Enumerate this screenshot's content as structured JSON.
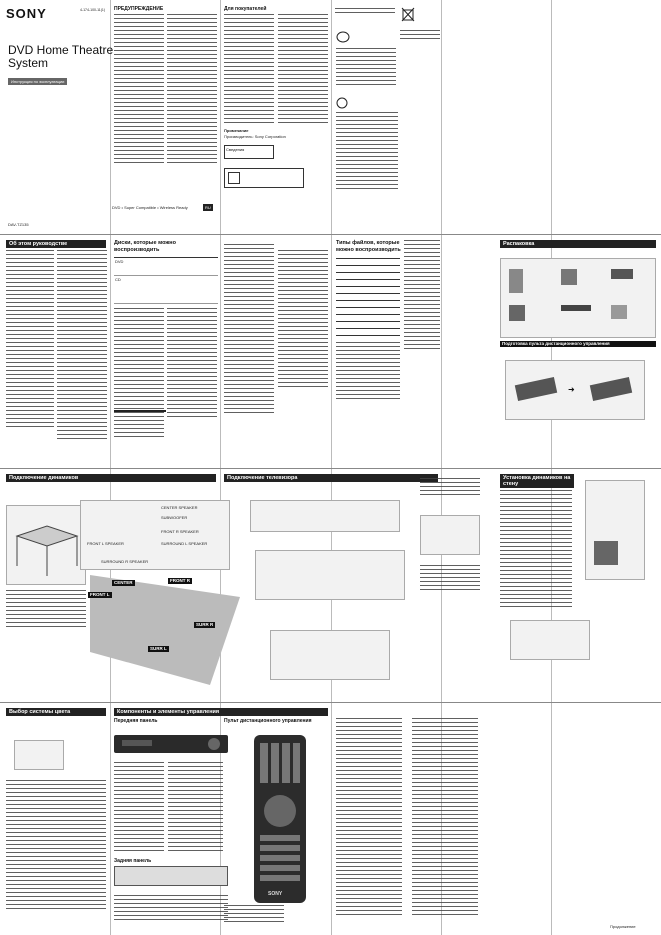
{
  "cover": {
    "brand": "SONY",
    "title_line1": "DVD Home Theatre",
    "title_line2": "System",
    "badge": "Инструкция по эксплуатации",
    "footer": "DVD • Super Compatible • Wireless Ready",
    "model": "DAV-TZ135",
    "lang": "RU",
    "part_number": "4-174-100-11(1)"
  },
  "col2": {
    "header": "ПРЕДУПРЕЖДЕНИЕ"
  },
  "col3": {
    "header": "Для покупателей",
    "notice_title": "Примечание",
    "notice_line": "Производитель: Sony Corporation",
    "warning_box": "Сведения"
  },
  "row2": {
    "about": "Об этом руководстве",
    "discs": "Диски, которые можно воспроизводить",
    "table_rows": [
      "DVD",
      "CD"
    ],
    "types": "Типы файлов, которые можно воспроизводить",
    "unpack": "Распаковка",
    "remote": "Подготовка пульта дистанционного управления"
  },
  "row3": {
    "connect_speakers": "Подключение динамиков",
    "connect_tv": "Подключение телевизора",
    "install": "Установка динамиков на стену",
    "labels": {
      "center": "CENTER",
      "front_l": "FRONT L",
      "front_r": "FRONT R",
      "surr_l": "SURR L",
      "surr_r": "SURR R"
    },
    "jacks": [
      "CENTER SPEAKER",
      "SUBWOOFER",
      "FRONT L SPEAKER",
      "FRONT R SPEAKER",
      "SURROUND L SPEAKER",
      "SURROUND R SPEAKER"
    ]
  },
  "row4": {
    "color_system": "Выбор системы цвета",
    "components": "Компоненты и элементы управления",
    "front_panel": "Передняя панель",
    "rear_panel": "Задняя панель",
    "remote_panel": "Пульт дистанционного управления",
    "page_footer": "Продолжение"
  }
}
